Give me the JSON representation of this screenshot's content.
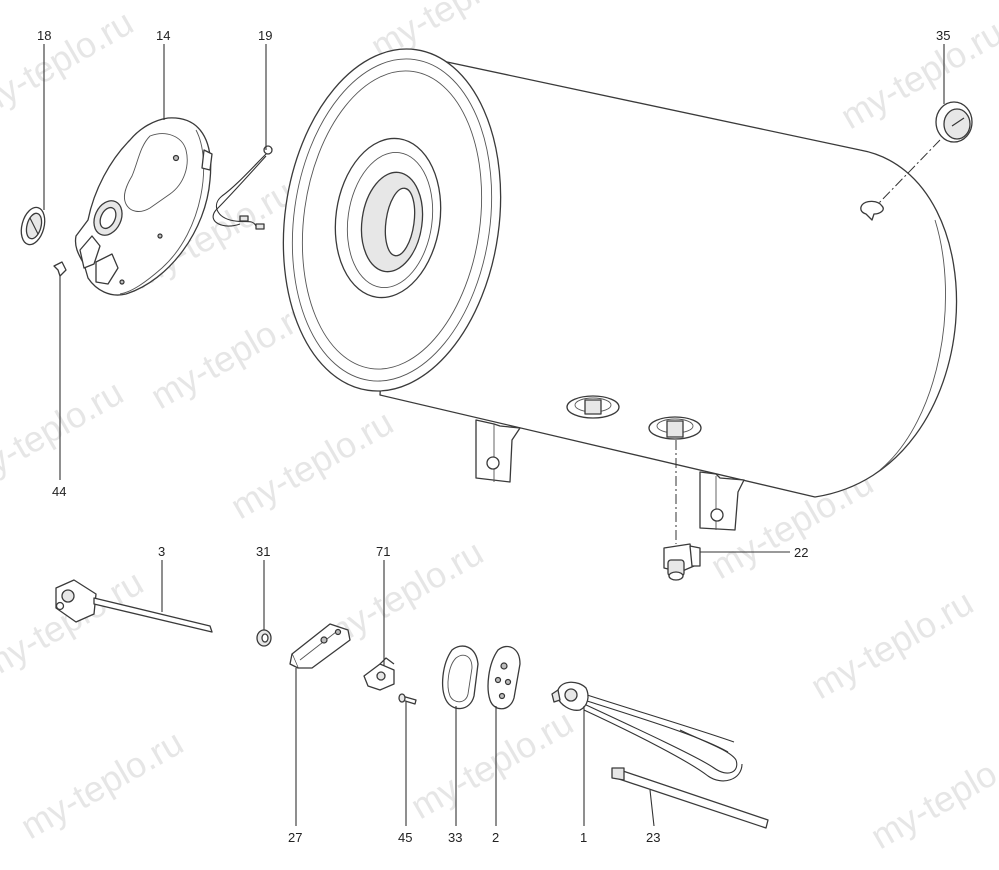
{
  "watermark": "my-teplo.ru",
  "callouts": {
    "p18": "18",
    "p14": "14",
    "p19": "19",
    "p35": "35",
    "p44": "44",
    "p22": "22",
    "p3": "3",
    "p31": "31",
    "p71": "71",
    "p27": "27",
    "p45": "45",
    "p33": "33",
    "p2": "2",
    "p1": "1",
    "p23": "23"
  }
}
